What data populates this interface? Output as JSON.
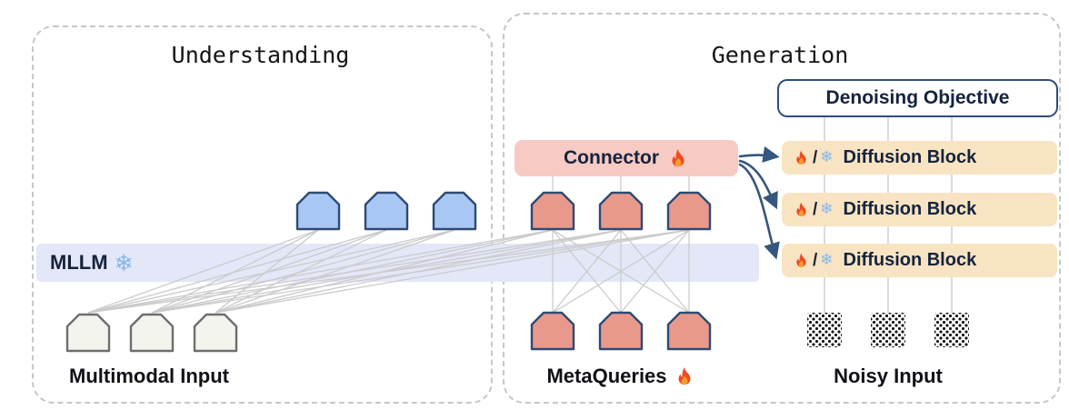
{
  "diagram": {
    "understanding": {
      "title": "Understanding",
      "mllm_label": "MLLM",
      "multimodal_input_label": "Multimodal Input"
    },
    "generation": {
      "title": "Generation",
      "connector_label": "Connector",
      "denoising_objective_label": "Denoising Objective",
      "diffusion_blocks": [
        "Diffusion Block",
        "Diffusion Block",
        "Diffusion Block"
      ],
      "metaqueries_label": "MetaQueries",
      "noisy_input_label": "Noisy Input"
    },
    "icons": {
      "snowflake_char": "❄",
      "slash": "/",
      "flame_icon": "flame-icon",
      "snowflake_icon": "snowflake-icon"
    },
    "tokens": {
      "multimodal_input_count": 3,
      "mllm_output_count": 3,
      "metaquery_top_count": 3,
      "metaquery_bottom_count": 3,
      "noisy_input_count": 3
    },
    "colors": {
      "mllm_band": "#e3e7f8",
      "blue_token": "#a9c7f3",
      "white_token": "#f4f4ef",
      "red_token": "#e8998c",
      "connector_bg": "#f7cac4",
      "diffusion_bg": "#f8e4c2",
      "outline_navy": "#2f4c7e",
      "snowflake_blue": "#85b6ea",
      "flame_orange": "#f4502a",
      "attention_line_gray": "#cbcbcb",
      "dashed_border_gray": "#c7c7c7"
    }
  }
}
